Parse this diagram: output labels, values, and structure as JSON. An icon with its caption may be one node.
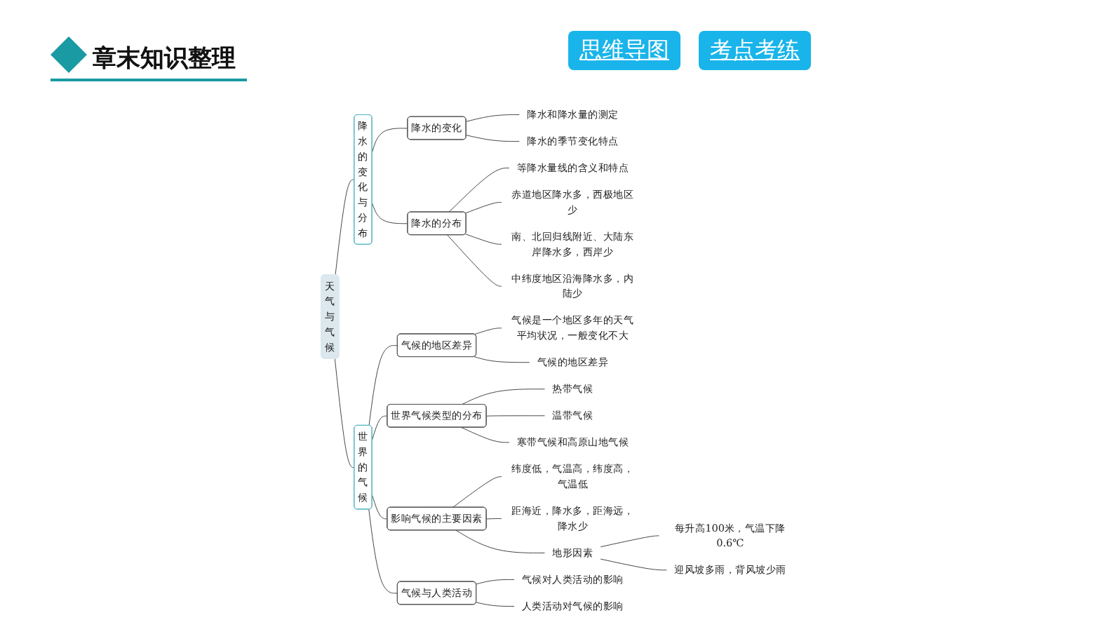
{
  "diagram": {
    "title": "章末知识整理",
    "nodes": [
      {
        "text": [
          "天气与气候"
        ]
      },
      {
        "text": [
          "降水的变化与分布"
        ]
      },
      {
        "text": [
          "降水的变化"
        ]
      },
      {
        "text": [
          "降水和降水量的测定"
        ]
      },
      {
        "text": [
          "降水的季节变化特点"
        ]
      },
      {
        "text": [
          "降水的分布"
        ]
      },
      {
        "text": [
          "等降水量线的含义和特点"
        ]
      },
      {
        "text": [
          "赤道地区降水多，西极地区少"
        ]
      },
      {
        "text": [
          "南、北回归线附近、大陆东岸降水多，西岸少"
        ]
      },
      {
        "text": [
          "中纬度地区沿海降水多，内陆少"
        ]
      },
      {
        "text": [
          "世界的气候"
        ]
      },
      {
        "text": [
          "气候的地区差异"
        ]
      },
      {
        "text": [
          "气候是一个地区多年的天气平均状况，一般变化不大"
        ]
      },
      {
        "text": [
          "气候的地区差异"
        ]
      },
      {
        "text": [
          "世界气候类型的分布"
        ]
      },
      {
        "text": [
          "热带气候"
        ]
      },
      {
        "text": [
          "温带气候"
        ]
      },
      {
        "text": [
          "寒带气候和高原山地气候"
        ]
      },
      {
        "text": [
          "影响气候的主要因素"
        ]
      },
      {
        "text": [
          "纬度低，气温高，纬度高，气温低"
        ]
      },
      {
        "text": [
          "距海近，降水多，距海远，降水少"
        ]
      },
      {
        "text": [
          "地形因素"
        ]
      },
      {
        "text": [
          "每升高100米，气温下降0.6℃"
        ]
      },
      {
        "text": [
          "迎风坡多雨，背风坡少雨"
        ]
      },
      {
        "text": [
          "气候与人类活动"
        ]
      },
      {
        "text": [
          "气候对人类活动的影响"
        ]
      },
      {
        "text": [
          "人类活动对气候的影响"
        ]
      }
    ],
    "edges": [
      {
        "from": 0,
        "to": 1,
        "arrow": "none"
      },
      {
        "from": 1,
        "to": 2,
        "arrow": "none"
      },
      {
        "from": 2,
        "to": 3,
        "arrow": "none"
      },
      {
        "from": 2,
        "to": 4,
        "arrow": "none"
      },
      {
        "from": 1,
        "to": 5,
        "arrow": "none"
      },
      {
        "from": 5,
        "to": 6,
        "arrow": "none"
      },
      {
        "from": 5,
        "to": 7,
        "arrow": "none"
      },
      {
        "from": 5,
        "to": 8,
        "arrow": "none"
      },
      {
        "from": 5,
        "to": 9,
        "arrow": "none"
      },
      {
        "from": 0,
        "to": 10,
        "arrow": "none"
      },
      {
        "from": 10,
        "to": 11,
        "arrow": "none"
      },
      {
        "from": 11,
        "to": 12,
        "arrow": "none"
      },
      {
        "from": 11,
        "to": 13,
        "arrow": "none"
      },
      {
        "from": 10,
        "to": 14,
        "arrow": "none"
      },
      {
        "from": 14,
        "to": 15,
        "arrow": "none"
      },
      {
        "from": 14,
        "to": 16,
        "arrow": "none"
      },
      {
        "from": 14,
        "to": 17,
        "arrow": "none"
      },
      {
        "from": 10,
        "to": 18,
        "arrow": "none"
      },
      {
        "from": 18,
        "to": 19,
        "arrow": "none"
      },
      {
        "from": 18,
        "to": 20,
        "arrow": "none"
      },
      {
        "from": 18,
        "to": 21,
        "arrow": "none"
      },
      {
        "from": 21,
        "to": 22,
        "arrow": "none"
      },
      {
        "from": 21,
        "to": 23,
        "arrow": "none"
      },
      {
        "from": 10,
        "to": 24,
        "arrow": "none"
      },
      {
        "from": 24,
        "to": 25,
        "arrow": "none"
      },
      {
        "from": 24,
        "to": 26,
        "arrow": "none"
      }
    ],
    "labels": [
      "思维导图",
      "考点考练"
    ]
  }
}
